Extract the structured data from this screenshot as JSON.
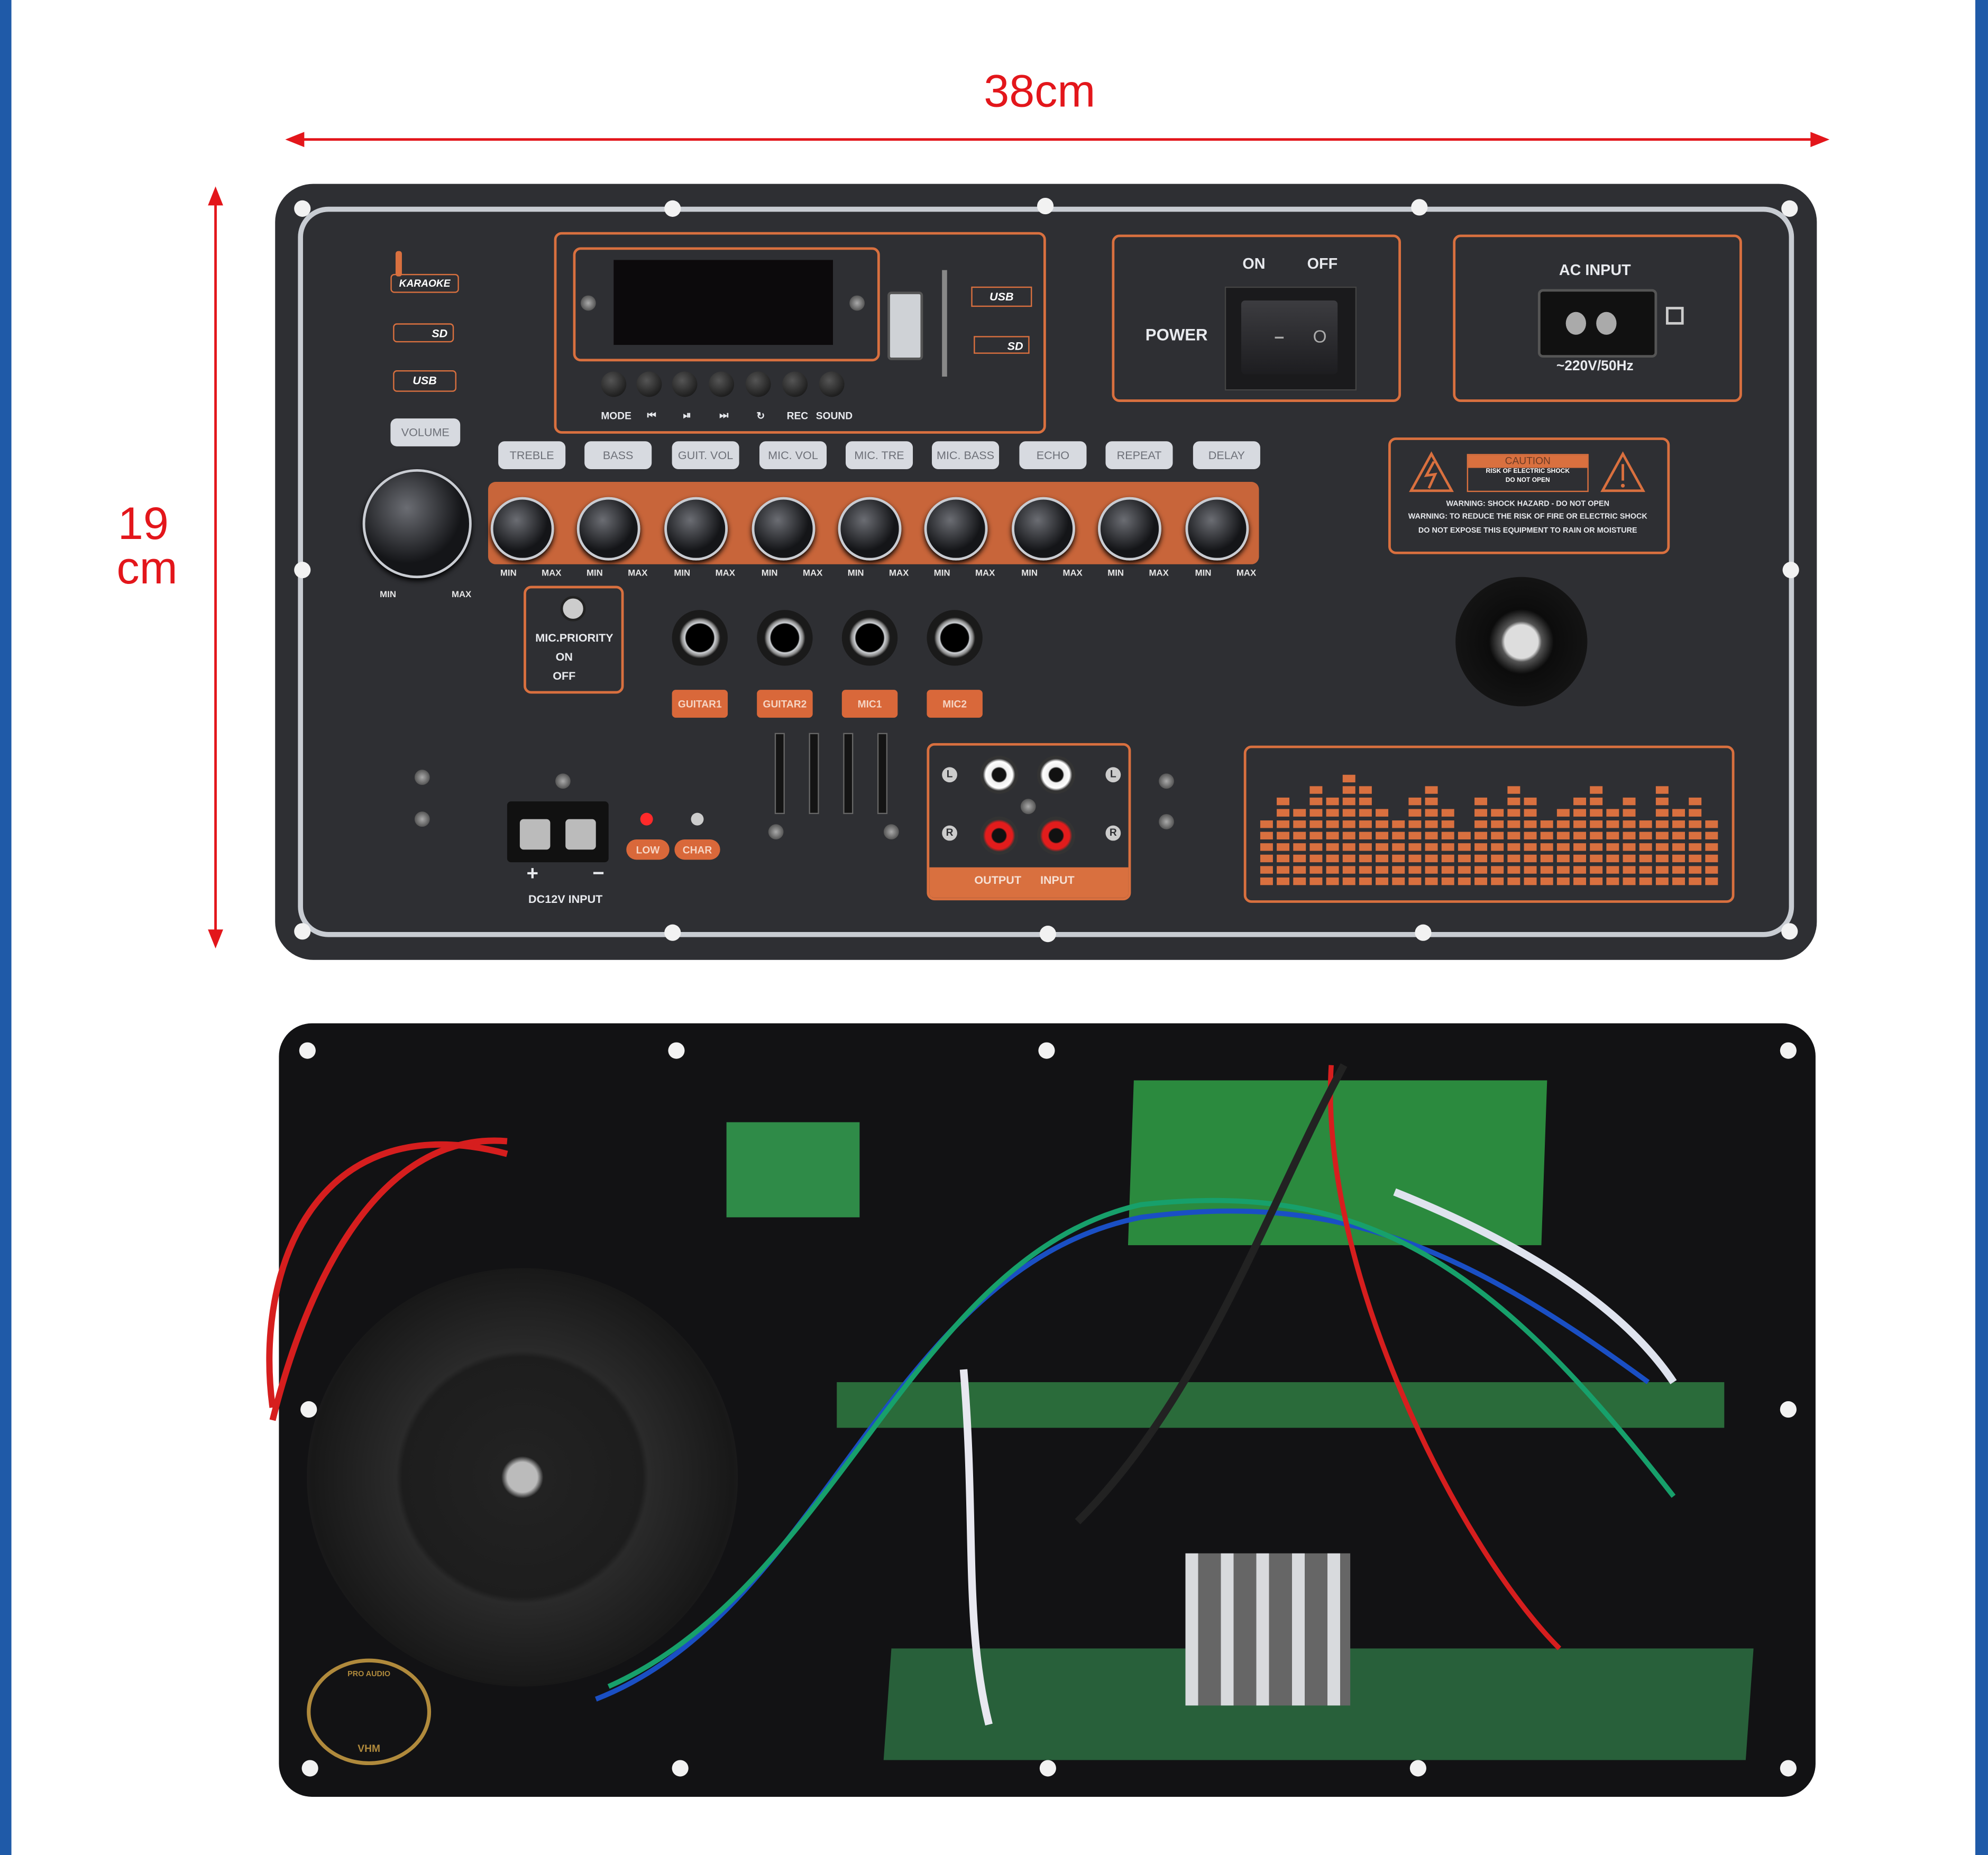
{
  "dimensions": {
    "width_label": "38cm",
    "height_label_num": "19",
    "height_label_unit": "cm"
  },
  "colors": {
    "dimension_red": "#e3161b",
    "panel": "#2e2f33",
    "accent_orange": "#d9703f",
    "frame_blue": "#1f5aa8"
  },
  "panel": {
    "karaoke_logo": "KARAOKE",
    "sd_label": "SD",
    "usb_label": "USB",
    "volume_label": "VOLUME",
    "volume_min": "MIN",
    "volume_max": "MAX",
    "player": {
      "usb_label": "USB",
      "sd_label": "SD",
      "buttons": [
        "MODE",
        "⏮",
        "⏯",
        "⏭",
        "↻",
        "REC",
        "SOUND"
      ]
    },
    "functions": [
      "TREBLE",
      "BASS",
      "GUIT. VOL",
      "MIC. VOL",
      "MIC. TRE",
      "MIC. BASS",
      "ECHO",
      "REPEAT",
      "DELAY"
    ],
    "knob_min": "MIN",
    "knob_max": "MAX",
    "power": {
      "on": "ON",
      "off": "OFF",
      "label": "POWER",
      "switch_on_symbol": "–",
      "switch_off_symbol": "O"
    },
    "ac_input": {
      "title": "AC INPUT",
      "rating": "~220V/50Hz"
    },
    "caution": {
      "title": "CAUTION",
      "risk_line1": "RISK OF ELECTRIC SHOCK",
      "risk_line2": "DO NOT OPEN",
      "warn1": "WARNING: SHOCK HAZARD - DO NOT OPEN",
      "warn2": "WARNING: TO REDUCE THE RISK OF FIRE OR ELECTRIC SHOCK",
      "warn3": "DO NOT EXPOSE THIS EQUIPMENT TO RAIN OR MOISTURE"
    },
    "mic_priority": {
      "title": "MIC.PRIORITY",
      "on": "ON",
      "off": "OFF"
    },
    "inputs": [
      "GUITAR1",
      "GUITAR2",
      "MIC1",
      "MIC2"
    ],
    "rca": {
      "left": "L",
      "right": "R",
      "output": "OUTPUT",
      "input": "INPUT"
    },
    "dc": {
      "plus": "+",
      "minus": "−",
      "label": "DC12V INPUT",
      "low": "LOW",
      "char": "CHAR"
    }
  },
  "rear": {
    "logo_text": "PRO AUDIO",
    "logo_brand": "VHM"
  }
}
